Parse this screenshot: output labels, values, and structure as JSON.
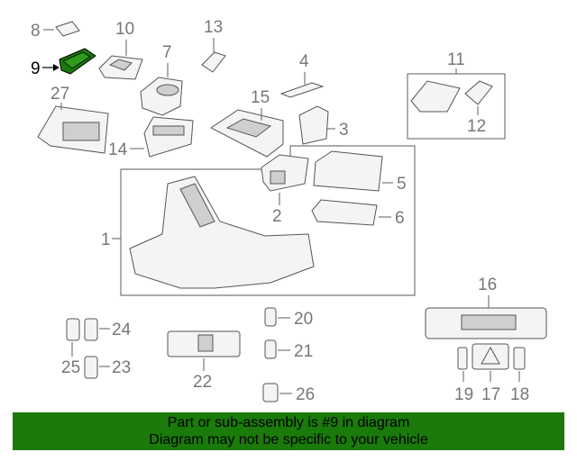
{
  "callouts": {
    "c1": "1",
    "c2": "2",
    "c3": "3",
    "c4": "4",
    "c5": "5",
    "c6": "6",
    "c7": "7",
    "c8": "8",
    "c9": "9",
    "c10": "10",
    "c11": "11",
    "c12": "12",
    "c13": "13",
    "c14": "14",
    "c15": "15",
    "c16": "16",
    "c17": "17",
    "c18": "18",
    "c19": "19",
    "c20": "20",
    "c21": "21",
    "c22": "22",
    "c23": "23",
    "c24": "24",
    "c25": "25",
    "c26": "26",
    "c27": "27"
  },
  "highlight_part": "9",
  "colors": {
    "highlight": "#1a7a0a",
    "footer_bg": "#1a7a0a",
    "line": "#777777",
    "text": "#000000"
  },
  "footer": {
    "line1": "Part or sub-assembly is #9 in diagram",
    "line2": "Diagram may not be specific to your vehicle"
  }
}
